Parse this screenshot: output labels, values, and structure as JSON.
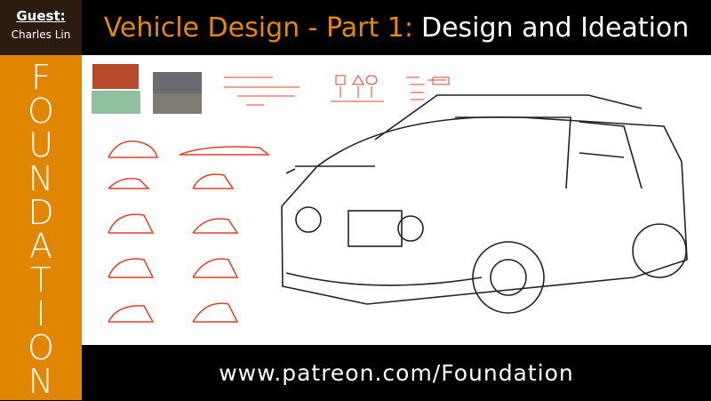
{
  "guest": {
    "label": "Guest:",
    "name": "Charles Lin"
  },
  "header": {
    "title_orange": "Vehicle Design - Part 1:",
    "title_white": "Design and Ideation"
  },
  "sidebar": {
    "letters": [
      "F",
      "O",
      "U",
      "N",
      "D",
      "A",
      "T",
      "I",
      "O",
      "N"
    ]
  },
  "footer": {
    "url": "www.patreon.com/Foundation"
  },
  "colors": {
    "brand_orange": "#e08600",
    "sketch_red": "#e0402a",
    "guest_bg": "#2b1b10"
  }
}
